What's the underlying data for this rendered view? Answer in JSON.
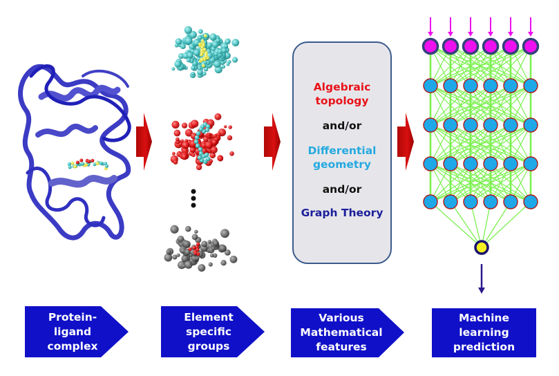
{
  "pipeline": {
    "stages": [
      {
        "id": "protein-ligand",
        "label_lines": [
          "Protein-",
          "ligand",
          "complex"
        ]
      },
      {
        "id": "element-groups",
        "label_lines": [
          "Element",
          "specific",
          "groups"
        ]
      },
      {
        "id": "math-features",
        "label_lines": [
          "Various",
          "Mathematical",
          "features"
        ]
      },
      {
        "id": "ml-prediction",
        "label_lines": [
          "Machine",
          "learning",
          "prediction"
        ]
      }
    ]
  },
  "features": {
    "algebraic_line1": "Algebraic",
    "algebraic_line2": "topology",
    "and_or_1": "and/or",
    "differential_line1": "Differential",
    "differential_line2": "geometry",
    "and_or_2": "and/or",
    "graph": "Graph Theory"
  },
  "network": {
    "input_nodes": 6,
    "hidden_layers": 4,
    "nodes_per_hidden_layer": 6,
    "output_nodes": 1
  },
  "colors": {
    "label_bg": "#1010c8",
    "flow_arrow": "#c01010",
    "edge": "#7cf050",
    "input_node": "#ee10ee",
    "hidden_node": "#1ea8e8",
    "output_node": "#f5f020",
    "protein": "#3535c8"
  }
}
